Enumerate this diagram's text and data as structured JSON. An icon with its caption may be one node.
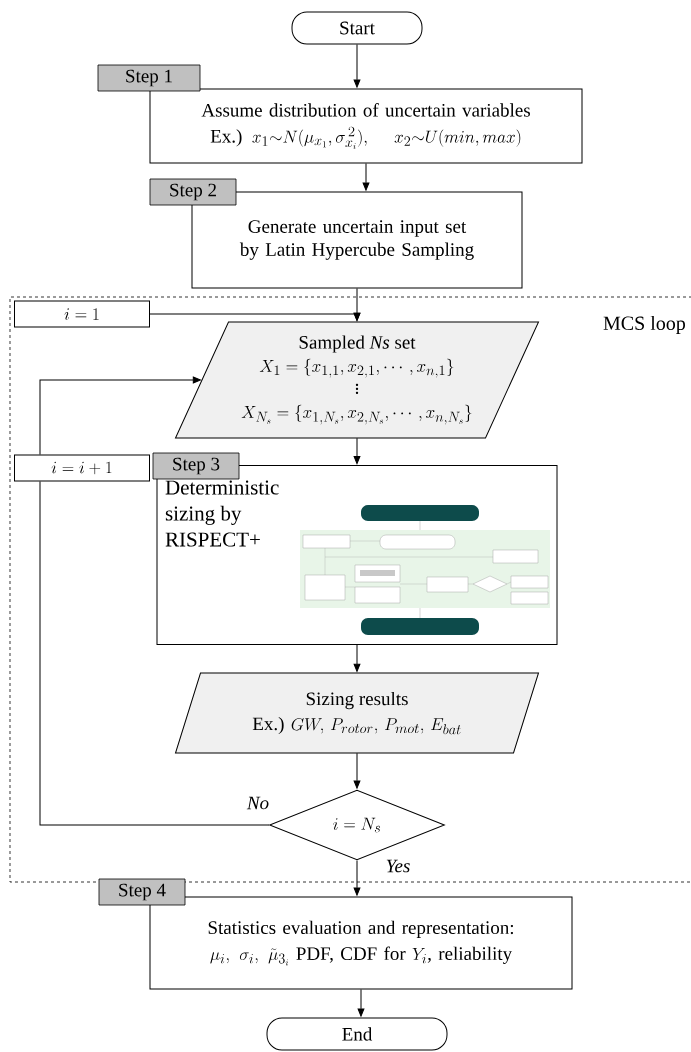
{
  "diagram": {
    "nodes": [
      {
        "text": [
          "Start"
        ]
      },
      {
        "text": [
          "Step 1"
        ]
      },
      {
        "text": [
          "Assume distribution of uncertain variables",
          "\\text{Ex.) } x_1{\\sim}N(\\mu_{x_1},\\sigma_{x_i}^{\\,2}),\\;\\; x_2{\\sim}U(min,max)"
        ]
      },
      {
        "text": [
          "Step 2"
        ]
      },
      {
        "text": [
          "Generate uncertain input set by Latin Hypercube Sampling"
        ]
      },
      {
        "text": [
          "MCS loop"
        ]
      },
      {
        "text": [
          "i = 1"
        ],
        "in": 5
      },
      {
        "text": [
          "Sampled *Ns* set",
          "\\begin{gathered} X_1 = \\{x_{1,1}, x_{2,1}, \\cdots, x_{n,1}\\} \\\\[-4pt] \\vdots \\\\[-2pt] X_{N_s} = \\{x_{1,N_s}, x_{2,N_s}, \\cdots, x_{n,N_s}\\} \\end{gathered}"
        ],
        "in": 5
      },
      {
        "text": [
          "i = i + 1"
        ],
        "in": 5
      },
      {
        "text": [
          "Step 3"
        ],
        "in": 5
      },
      {
        "text": [
          "Deterministic sizing by RISPECT+"
        ],
        "in": 5
      },
      {
        "text": [
          "Sizing results",
          "\\text{Ex.) } GW,\\, P_{rotor},\\, P_{mot},\\, E_{bat}"
        ],
        "in": 5
      },
      {
        "text": [
          "i = N_s"
        ],
        "in": 5
      },
      {
        "text": [
          "Step 4"
        ]
      },
      {
        "text": [
          "Statistics evaluation and representation:",
          "\\mu_i,\\ \\sigma_i,\\ \\tilde{\\mu}_{3_i}\\ \\text{PDF, CDF for } Y_i\\text{, reliability}"
        ]
      },
      {
        "text": [
          "End"
        ]
      }
    ],
    "edges": [
      {
        "from": 0,
        "to": 2,
        "arrow": "to"
      },
      {
        "from": 2,
        "to": 4,
        "arrow": "to"
      },
      {
        "from": 4,
        "to": 7,
        "arrow": "to"
      },
      {
        "from": 6,
        "to": 7,
        "arrow": "to"
      },
      {
        "from": 7,
        "to": 10,
        "arrow": "to"
      },
      {
        "from": 10,
        "to": 11,
        "arrow": "to"
      },
      {
        "from": 11,
        "to": 12,
        "arrow": "to"
      },
      {
        "from": 12,
        "to": 8,
        "arrow": "none",
        "label": "No"
      },
      {
        "from": 8,
        "to": 7,
        "arrow": "to"
      },
      {
        "from": 12,
        "to": 14,
        "arrow": "to",
        "label": "Yes"
      },
      {
        "from": 14,
        "to": 15,
        "arrow": "to"
      }
    ]
  }
}
